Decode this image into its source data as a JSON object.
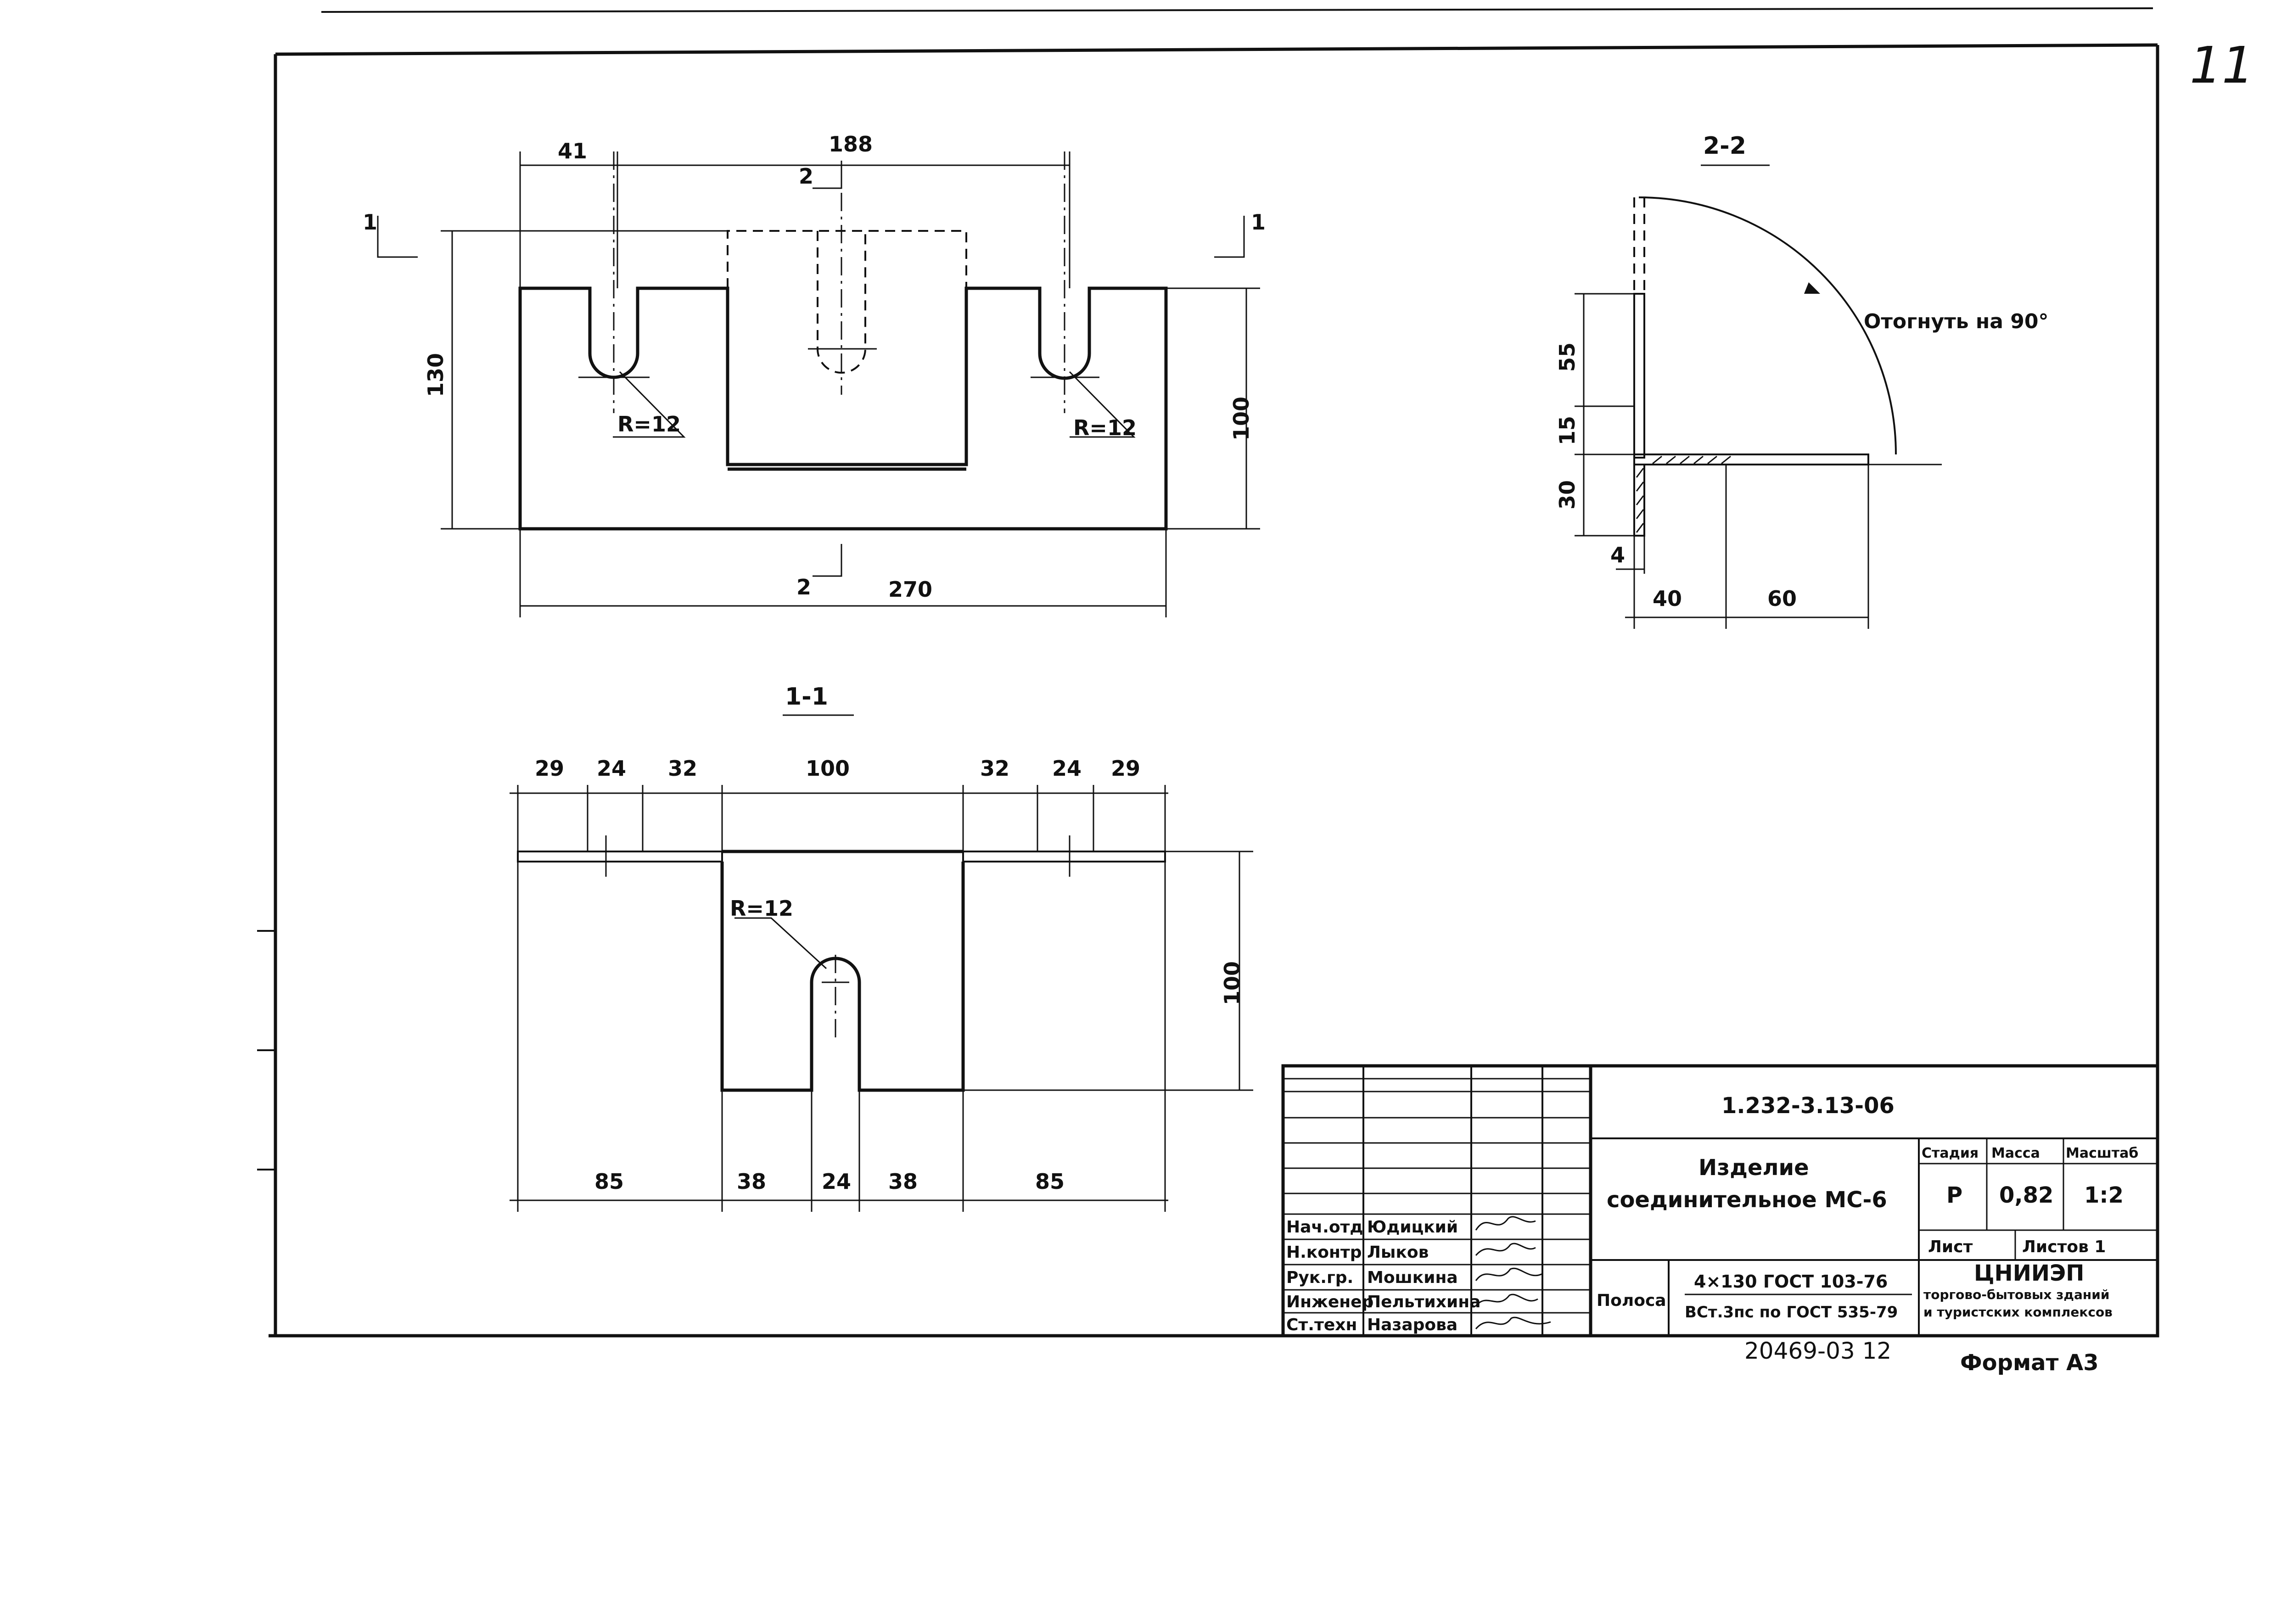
{
  "corner_mark": "11",
  "view_top": {
    "dims": {
      "d41": "41",
      "d188": "188",
      "d130": "130",
      "d100": "100",
      "d270": "270",
      "r_left": "R=12",
      "r_right": "R=12"
    },
    "section_marks": {
      "s1_left": "1",
      "s1_right": "1",
      "s2_top": "2",
      "s2_bottom": "2"
    }
  },
  "view_2_2": {
    "title": "2-2",
    "note": "Отогнуть на 90°",
    "dims": {
      "d55": "55",
      "d15": "15",
      "d30": "30",
      "d4": "4",
      "d40": "40",
      "d60": "60"
    }
  },
  "view_1_1": {
    "title": "1-1",
    "dims_top": [
      "29",
      "24",
      "32",
      "100",
      "32",
      "24",
      "29"
    ],
    "dims_bottom": [
      "85",
      "38",
      "24",
      "38",
      "85"
    ],
    "d100": "100",
    "radius": "R=12"
  },
  "title_block": {
    "doc_code": "1.232-3.13-06",
    "name_line1": "Изделие",
    "name_line2": "соединительное МС-6",
    "headers": {
      "stage": "Стадия",
      "mass": "Масса",
      "scale": "Масштаб"
    },
    "values": {
      "stage": "Р",
      "mass": "0,82",
      "scale": "1:2"
    },
    "sheet_label": "Лист",
    "sheets_label": "Листов 1",
    "material_prefix": "Полоса",
    "material_line1": "4×130 ГОСТ 103-76",
    "material_line2": "ВСт.3пс по ГОСТ 535-79",
    "org_line1": "ЦНИИЭП",
    "org_line2": "торгово-бытовых зданий",
    "org_line3": "и туристских комплексов",
    "signatures": [
      {
        "role": "Нач.отд",
        "name": "Юдицкий"
      },
      {
        "role": "Н.контр",
        "name": "Лыков"
      },
      {
        "role": "Рук.гр.",
        "name": "Мошкина"
      },
      {
        "role": "Инженер",
        "name": "Пельтихина"
      },
      {
        "role": "Ст.техн",
        "name": "Назарова"
      }
    ]
  },
  "footer": {
    "code": "20469-03   12",
    "format": "Формат А3"
  }
}
